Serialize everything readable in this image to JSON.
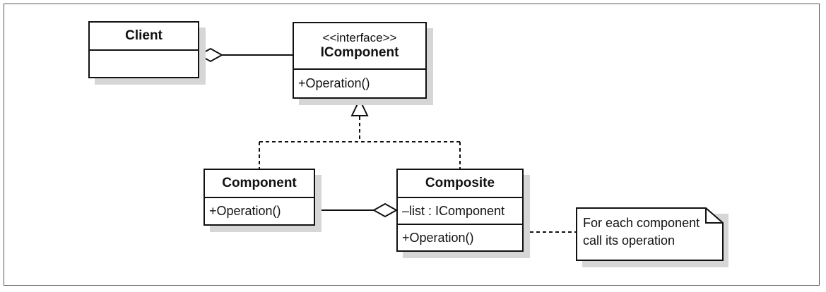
{
  "client": {
    "name": "Client"
  },
  "icomponent": {
    "stereotype": "<<interface>>",
    "name": "IComponent",
    "operation": "+Operation()"
  },
  "component": {
    "name": "Component",
    "operation": "+Operation()"
  },
  "composite": {
    "name": "Composite",
    "attribute": "–list : IComponent",
    "operation": "+Operation()"
  },
  "note": {
    "line1": "For each component",
    "line2": "call its operation"
  }
}
